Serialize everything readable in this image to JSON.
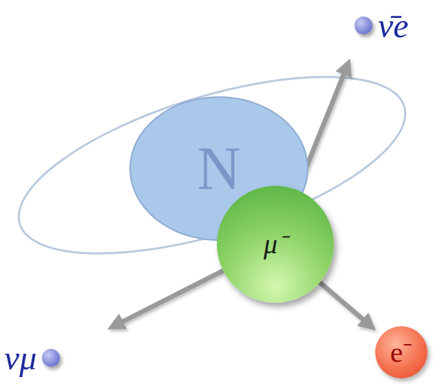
{
  "diagram": {
    "nodes": [
      {
        "text": [
          "N"
        ]
      },
      {
        "text": [
          "μ⁻"
        ]
      },
      {
        "text": [
          "ν̄e"
        ]
      },
      {
        "text": [
          "e⁻"
        ]
      },
      {
        "text": [
          "νμ"
        ]
      }
    ],
    "edges": [
      {
        "from": 1,
        "to": 2,
        "arrow": "to"
      },
      {
        "from": 1,
        "to": 3,
        "arrow": "to"
      },
      {
        "from": 1,
        "to": 4,
        "arrow": "to"
      }
    ]
  }
}
